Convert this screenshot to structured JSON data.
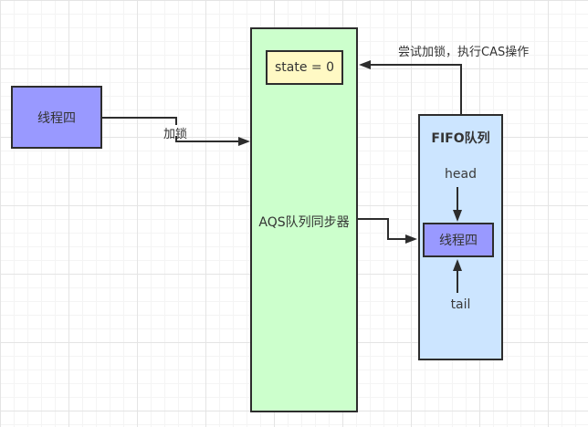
{
  "diagram": {
    "left_thread": {
      "label": "线程四"
    },
    "aqs_box": {
      "label": "AQS队列同步器"
    },
    "state_box": {
      "label": "state = 0"
    },
    "fifo_box": {
      "title": "FIFO队列",
      "head_label": "head",
      "tail_label": "tail",
      "thread": {
        "label": "线程四"
      }
    },
    "edges": {
      "lock_label": "加锁",
      "cas_label": "尝试加锁，执行CAS操作"
    },
    "colors": {
      "thread_fill": "#9999ff",
      "aqs_fill": "#ccffcc",
      "state_fill": "#fff9c4",
      "fifo_fill": "#cce5ff",
      "border_and_line": "#2d2d2d",
      "text": "#333333",
      "grid_minor": "#f4f4f4",
      "grid_major": "#e4e4e4",
      "background": "#ffffff"
    }
  }
}
